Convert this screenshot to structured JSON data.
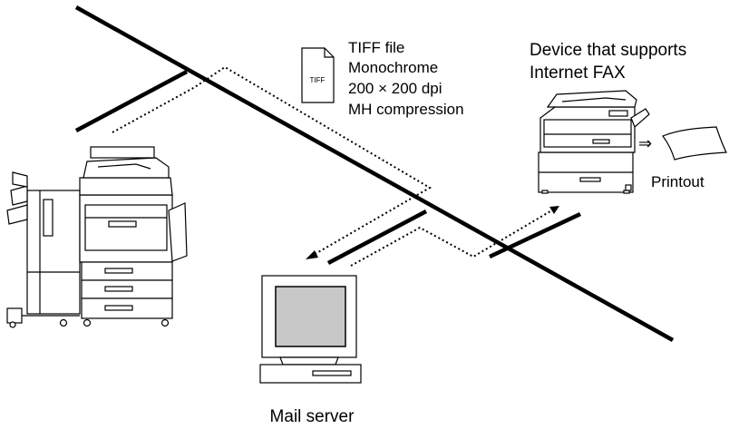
{
  "file_info": {
    "icon_label": "TIFF",
    "lines": [
      "TIFF file",
      "Monochrome",
      "200 × 200 dpi",
      "MH compression"
    ]
  },
  "device": {
    "title_lines": [
      "Device that supports",
      "Internet FAX"
    ],
    "arrow_glyph": "⇒",
    "printout_label": "Printout"
  },
  "server": {
    "label": "Mail server"
  },
  "icons": [
    "multifunction-printer-icon",
    "internet-fax-device-icon",
    "printed-page-icon",
    "mail-server-computer-icon",
    "tiff-document-icon"
  ]
}
